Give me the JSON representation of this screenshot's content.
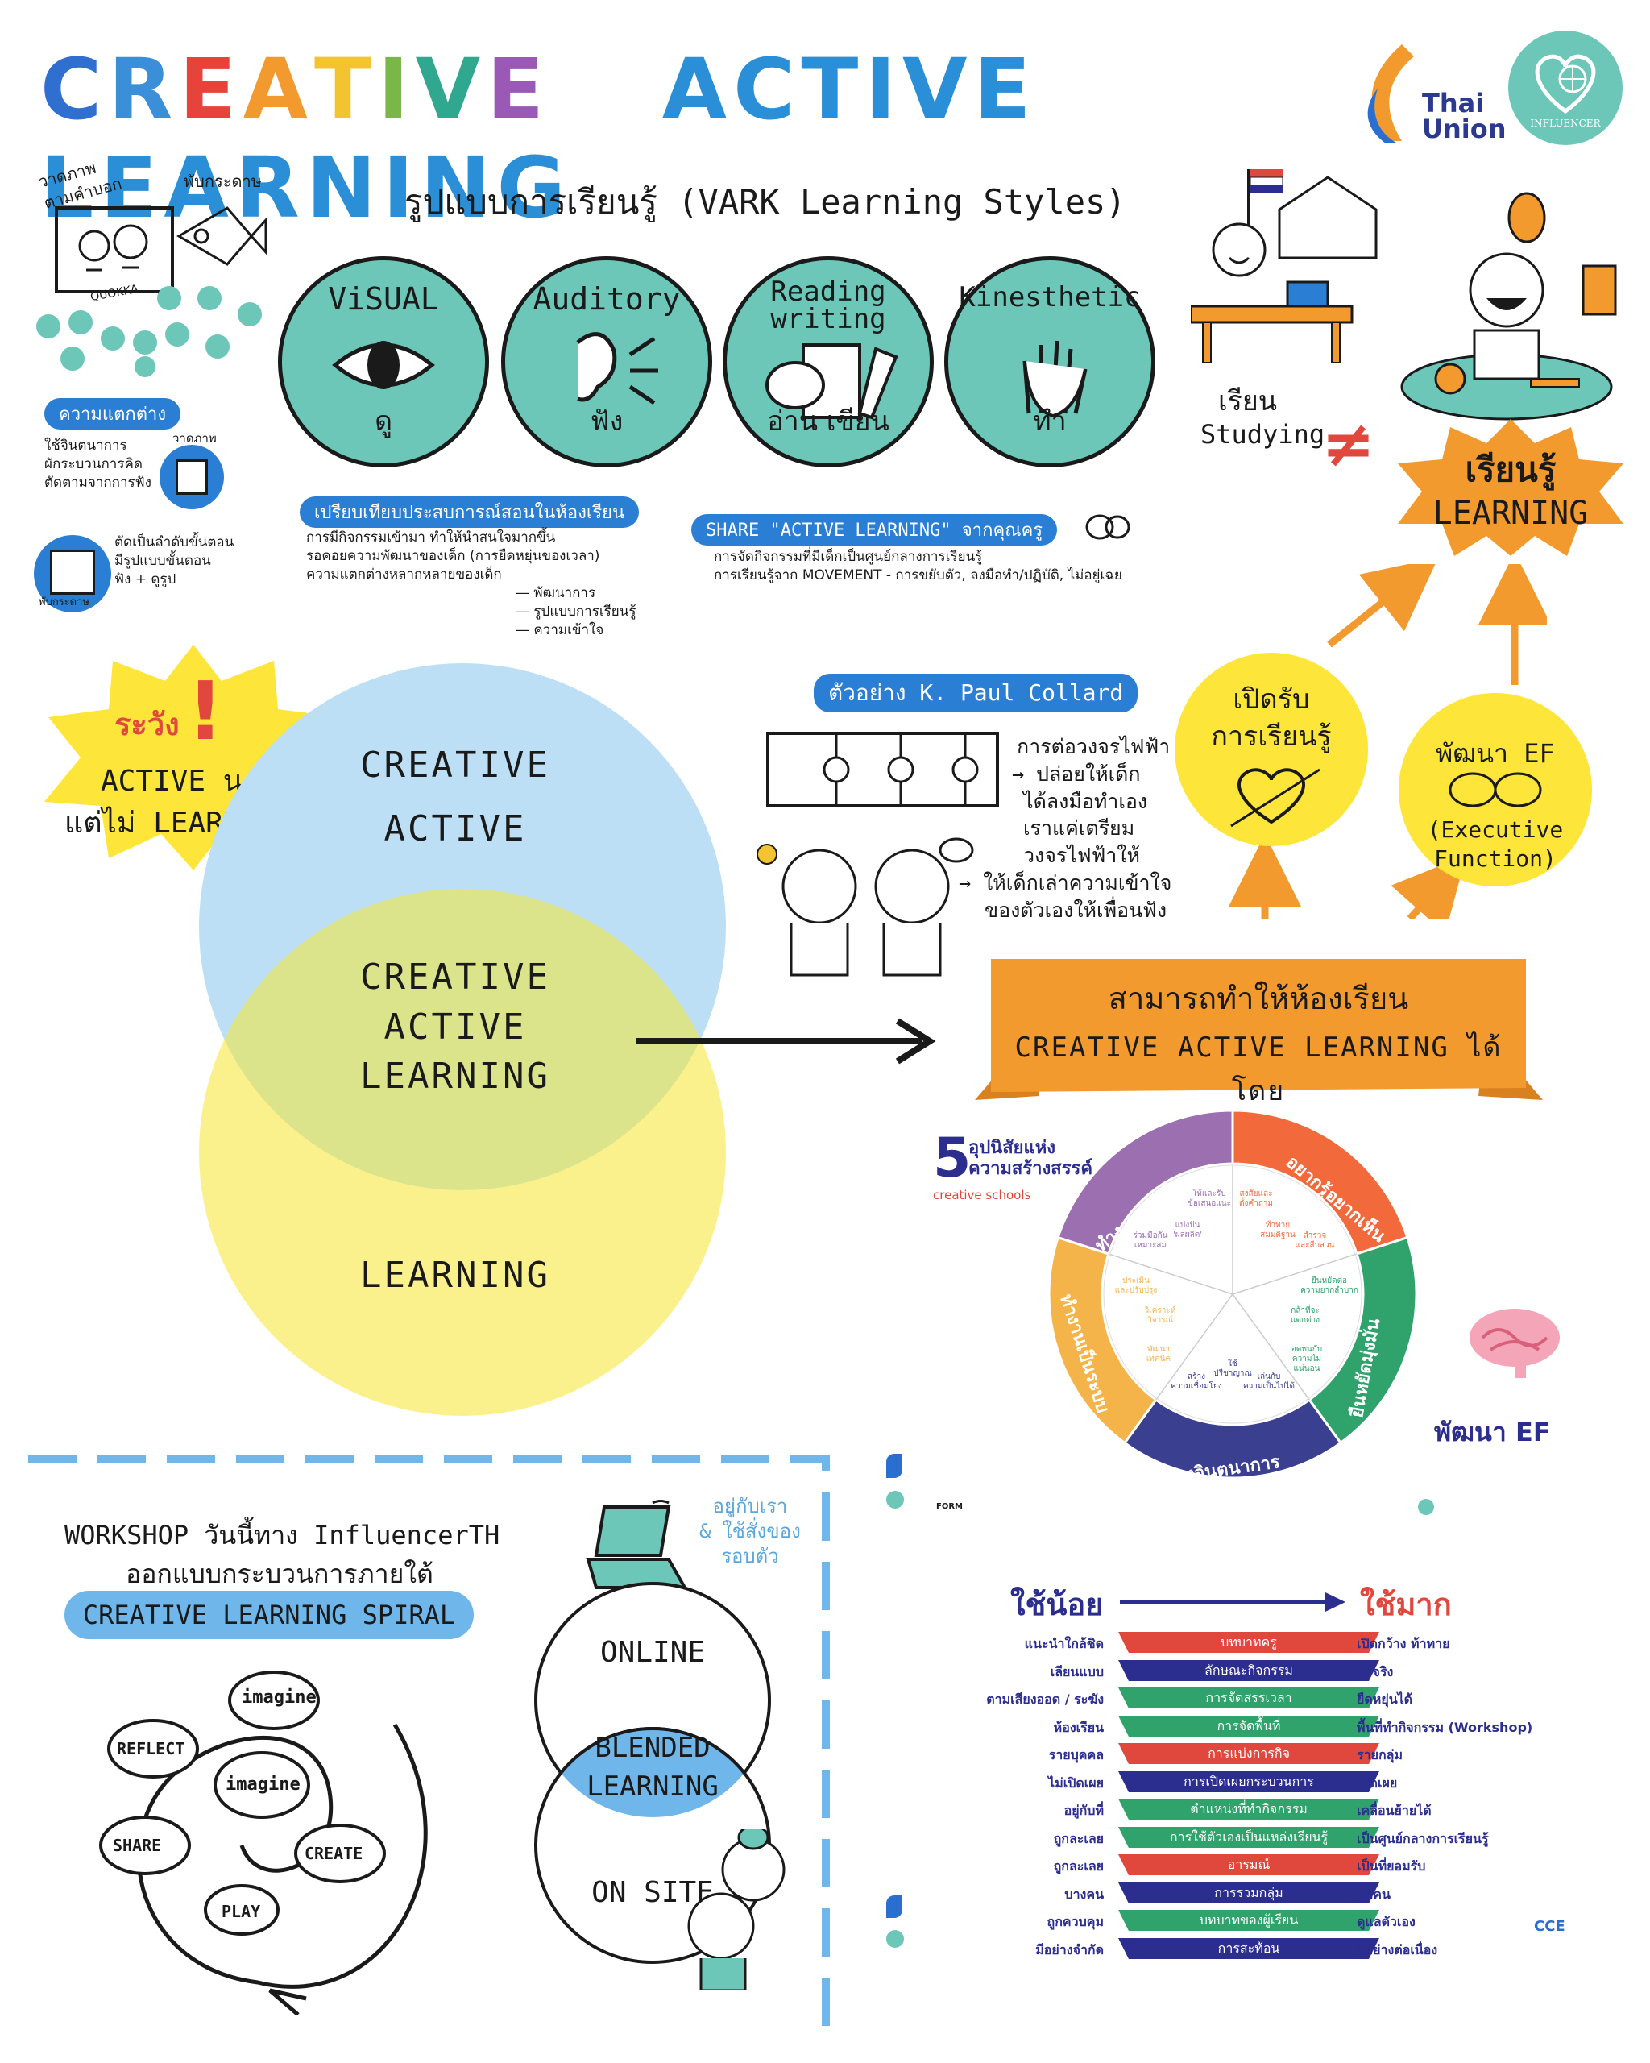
{
  "title": {
    "letters": [
      "C",
      "R",
      "E",
      "A",
      "T",
      "I",
      "V",
      "E"
    ],
    "letter_colors": [
      "#2f6fd0",
      "#3a8fd8",
      "#e8433b",
      "#f29a2e",
      "#f4c430",
      "#7ab648",
      "#2fa88f",
      "#9b59b6"
    ],
    "word2": "ACTIVE",
    "word3": "LEARNING",
    "color": "#2a8fd6"
  },
  "logos": {
    "thai_union": "Thai\nUnion",
    "influencer": "INFLUENCER"
  },
  "vark": {
    "heading": "รูปแบบการเรียนรู้ (VARK Learning Styles)",
    "styles": [
      {
        "label": "ViSUAL",
        "sub": "ดู",
        "icon": "eye-icon"
      },
      {
        "label": "Auditory",
        "sub": "ฟัง",
        "icon": "ear-icon"
      },
      {
        "label": "Reading\nwriting",
        "sub": "อ่าน เขียน",
        "icon": "paper-pen-icon"
      },
      {
        "label": "Kinesthetic",
        "sub": "ทำ",
        "icon": "hand-icon"
      }
    ],
    "color": "#6cc7b8"
  },
  "left_notes": {
    "draw_title": "วาดภาพ\nตามคำบอก",
    "fold_title": "พับกระดาษ",
    "quokka": "QUOKKA",
    "difference_tag": "ความแตกต่าง",
    "note1": "ใช้จินตนาการ\nผักระบวนการคิด\nตัดตามจากการฟัง",
    "note1_side": "วาดภาพ",
    "note2": "ตัดเป็นลำดับขั้นตอน\nมีรูปแบบขั้นตอน\nฟัง + ดูรูป",
    "note2_side": "พับกระดาษ"
  },
  "compare": {
    "tag": "เปรียบเทียบประสบการณ์สอนในห้องเรียน",
    "lines": [
      "การมีกิจกรรมเข้ามา ทำให้นำสนใจมากขึ้น",
      "รอคอยความพัฒนาของเด็ก (การยืดหยุ่นของเวลา)",
      "ความแตกต่างหลากหลายของเด็ก",
      "— พัฒนาการ",
      "— รูปแบบการเรียนรู้",
      "— ความเข้าใจ"
    ]
  },
  "share": {
    "tag": "SHARE \"ACTIVE LEARNING\" จากคุณครู",
    "lines": [
      "การจัดกิจกรรมที่มีเด็กเป็นศูนย์กลางการเรียนรู้",
      "การเรียนรู้จาก MOVEMENT - การขยับตัว, ลงมือทำ/ปฏิบัติ, ไม่อยู่เฉย"
    ]
  },
  "studying": {
    "thai": "เรียน",
    "en": "Studying",
    "neq": "≠"
  },
  "learning_badge": {
    "thai": "เรียนรู้",
    "en": "LEARNING"
  },
  "warning": {
    "title": "ระวัง",
    "mark": "!",
    "line1": "ACTIVE นะ",
    "line2": "แต่ไม่ LEARNING"
  },
  "venn": {
    "top": "CREATIVE\nACTIVE",
    "middle": "CREATIVE\nACTIVE\nLEARNING",
    "bottom": "LEARNING"
  },
  "example": {
    "tag": "ตัวอย่าง K. Paul Collard",
    "lines": [
      "การต่อวงจรไฟฟ้า",
      "→ ปล่อยให้เด็ก",
      "ได้ลงมือทำเอง",
      "เราแค่เตรียม",
      "วงจรไฟฟ้าให้",
      "→ ให้เด็กเล่าความเข้าใจ",
      "ของตัวเองให้เพื่อนฟัง"
    ]
  },
  "open_learning": {
    "line1": "เปิดรับ",
    "line2": "การเรียนรู้"
  },
  "develop_ef": {
    "line1": "พัฒนา EF",
    "line2": "(Executive\nFunction)"
  },
  "banner": {
    "line1": "สามารถทำให้ห้องเรียน",
    "line2": "CREATIVE ACTIVE LEARNING ได้โดย",
    "color": "#f29a2e"
  },
  "habits": {
    "number": "5",
    "title": "อุปนิสัยแห่ง\nความสร้างสรรค์",
    "subtitle": "creative schools",
    "segments": [
      {
        "label": "อยากรู้อยากเห็น",
        "color": "#f26a3b"
      },
      {
        "label": "ยืนหยัดมุ่งมั่น",
        "color": "#2fa36b"
      },
      {
        "label": "ช่างจินตนาการ",
        "color": "#3b3f8f"
      },
      {
        "label": "ทำงานเป็นระบบ",
        "color": "#f5b44a"
      },
      {
        "label": "ทำงานร่วมกัน",
        "color": "#9b6fb0"
      }
    ],
    "inner": [
      "สงสัยและ\nตั้งคำถาม",
      "ท้าทาย\nสมมติฐาน",
      "สำรวจ\nและสืบสวน",
      "ยืนหยัดต่อ\nความยากลำบาก",
      "กล้าที่จะ\nแตกต่าง",
      "อดทนกับ\nความไม่\nแน่นอน",
      "เล่นกับ\nความเป็นไปได้",
      "ใช้\nปรีชาญาณ",
      "สร้าง\nความเชื่อมโยง",
      "พัฒนา\nเทคนิค",
      "วิเคราะห์\nวิจารณ์",
      "ประเมิน\nและปรับปรุง",
      "ร่วมมือกัน\nเหมาะสม",
      "แบ่งปัน\n'ผลผลิต'",
      "ให้และรับ\nข้อเสนอแนะ"
    ],
    "brain_label": "พัฒนา EF"
  },
  "workshop": {
    "line1": "WORKSHOP วันนี้ทาง InfluencerTH",
    "line2": "ออกแบบกระบวนการภายใต้",
    "tag": "CREATIVE LEARNING SPIRAL",
    "spiral": [
      "imagine",
      "REFLECT",
      "imagine",
      "CREATE",
      "SHARE",
      "PLAY"
    ]
  },
  "blended": {
    "note": "อยู่กับเรา\n& ใช้สั่งของ\nรอบตัว",
    "online": "ONLINE",
    "middle": "BLENDED\nLEARNING",
    "onsite": "ON SITE"
  },
  "usage": {
    "less": "ใช้น้อย",
    "more": "ใช้มาก",
    "rows": [
      {
        "left": "แนะนำใกล้ชิด",
        "bar": "บทบาทครู",
        "right": "เปิดกว้าง ท้าทาย",
        "color": "#e0473d"
      },
      {
        "left": "เลียนแบบ",
        "bar": "ลักษณะกิจกรรม",
        "right": "ทำจริง",
        "color": "#2b2d8f"
      },
      {
        "left": "ตามเสียงออด / ระฆัง",
        "bar": "การจัดสรรเวลา",
        "right": "ยืดหยุ่นได้",
        "color": "#2fa36b"
      },
      {
        "left": "ห้องเรียน",
        "bar": "การจัดพื้นที่",
        "right": "พื้นที่ทำกิจกรรม (Workshop)",
        "color": "#2fa36b"
      },
      {
        "left": "รายบุคคล",
        "bar": "การแบ่งการกิจ",
        "right": "รายกลุ่ม",
        "color": "#e0473d"
      },
      {
        "left": "ไม่เปิดเผย",
        "bar": "การเปิดเผยกระบวนการ",
        "right": "เปิดเผย",
        "color": "#2b2d8f"
      },
      {
        "left": "อยู่กับที่",
        "bar": "ตำแหน่งที่ทำกิจกรรม",
        "right": "เคลื่อนย้ายได้",
        "color": "#2fa36b"
      },
      {
        "left": "ถูกละเลย",
        "bar": "การใช้ตัวเองเป็นแหล่งเรียนรู้",
        "right": "เป็นศูนย์กลางการเรียนรู้",
        "color": "#2fa36b"
      },
      {
        "left": "ถูกละเลย",
        "bar": "อารมณ์",
        "right": "เป็นที่ยอมรับ",
        "color": "#e0473d"
      },
      {
        "left": "บางคน",
        "bar": "การรวมกลุ่ม",
        "right": "ทุกคน",
        "color": "#2b2d8f"
      },
      {
        "left": "ถูกควบคุม",
        "bar": "บทบาทของผู้เรียน",
        "right": "ดูแลตัวเอง",
        "color": "#2fa36b"
      },
      {
        "left": "มีอย่างจำกัด",
        "bar": "การสะท้อน",
        "right": "มีอย่างต่อเนื่อง",
        "color": "#2b2d8f"
      }
    ]
  },
  "footer": {
    "form_logo": "FORM",
    "cce_logo": "CCE"
  }
}
